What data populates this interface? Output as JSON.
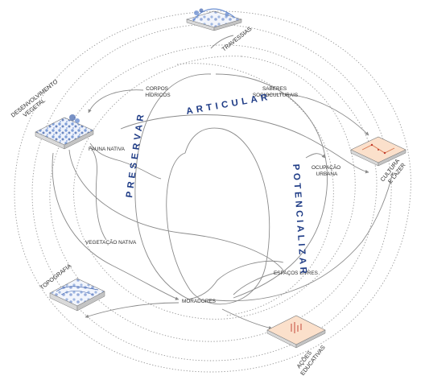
{
  "colors": {
    "background": "#ffffff",
    "verb_text": "#1f3c86",
    "node_text": "#2c2c2c",
    "orbit_line": "#9a9a9a",
    "flow_line": "#8a8a8a",
    "tile_blue": "#6b8fd1",
    "tile_orange": "#f6c09a",
    "mark_red": "#c0392b"
  },
  "verbs": {
    "preservar": "PRESERVAR",
    "articular": "ARTICULAR",
    "potencializar": "POTENCIALIZAR"
  },
  "nodes": {
    "corpos_hidricos": [
      "CORPOS",
      "HÍDRICOS"
    ],
    "saberes": [
      "SABERES",
      "SOCIOCULTURAIS"
    ],
    "fauna": "FAUNA NATIVA",
    "ocupacao": [
      "OCUPAÇÃO",
      "URBANA"
    ],
    "vegetacao": "VEGETAÇÃO NATIVA",
    "espacos": "ESPAÇOS LIVRES",
    "moradores": "MORADORES"
  },
  "tiles": {
    "travessias": {
      "label": [
        "TRAVESSIAS"
      ],
      "icon": "landscape-icon"
    },
    "desenvolvimento": {
      "label": [
        "DESENVOLVIMENTO",
        "VEGETAL"
      ],
      "icon": "vegetation-icon"
    },
    "cultura": {
      "label": [
        "CULTURA",
        "E LAZER"
      ],
      "icon": "culture-icon"
    },
    "topografia": {
      "label": [
        "TOPOGRAFIA"
      ],
      "icon": "terrain-icon"
    },
    "acoes": {
      "label": [
        "AÇÕES",
        "EDUCATIVAS"
      ],
      "icon": "education-icon"
    }
  }
}
